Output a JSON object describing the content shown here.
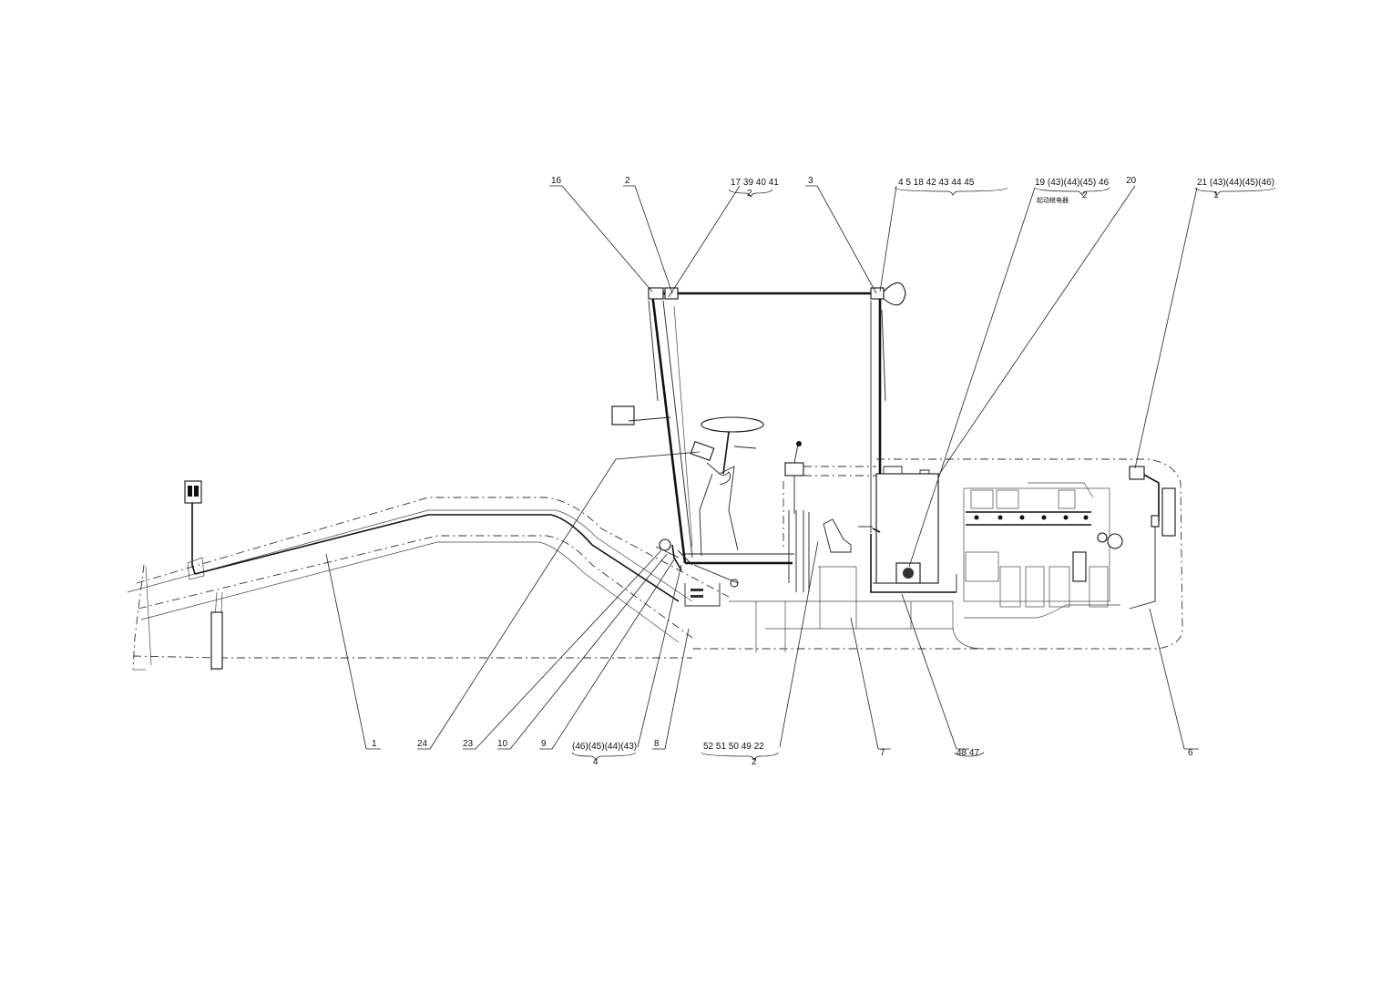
{
  "diagram": {
    "top_callouts": [
      {
        "id": "c16",
        "text": "16"
      },
      {
        "id": "c2",
        "text": "2"
      },
      {
        "id": "c17g",
        "text": "17  39  40  41",
        "sub": "2"
      },
      {
        "id": "c3",
        "text": "3"
      },
      {
        "id": "c4g",
        "text": "4  5  18  42  43  44  45"
      },
      {
        "id": "c19g",
        "text": "19  (43)(44)(45)  46",
        "sub": "2",
        "note": "起动继电器"
      },
      {
        "id": "c20",
        "text": "20"
      },
      {
        "id": "c21g",
        "text": "21  (43)(44)(45)(46)",
        "sub": "1"
      }
    ],
    "bottom_callouts": [
      {
        "id": "c1",
        "text": "1"
      },
      {
        "id": "c24",
        "text": "24"
      },
      {
        "id": "c23",
        "text": "23"
      },
      {
        "id": "c10",
        "text": "10"
      },
      {
        "id": "c9",
        "text": "9"
      },
      {
        "id": "c4b",
        "text": "(46)(45)(44)(43)",
        "sub": "4"
      },
      {
        "id": "c8",
        "text": "8"
      },
      {
        "id": "c52g",
        "text": "52  51  50  49  22",
        "sub": "2"
      },
      {
        "id": "c7",
        "text": "7"
      },
      {
        "id": "c48g",
        "text": "48  47"
      },
      {
        "id": "c6",
        "text": "6"
      }
    ]
  }
}
